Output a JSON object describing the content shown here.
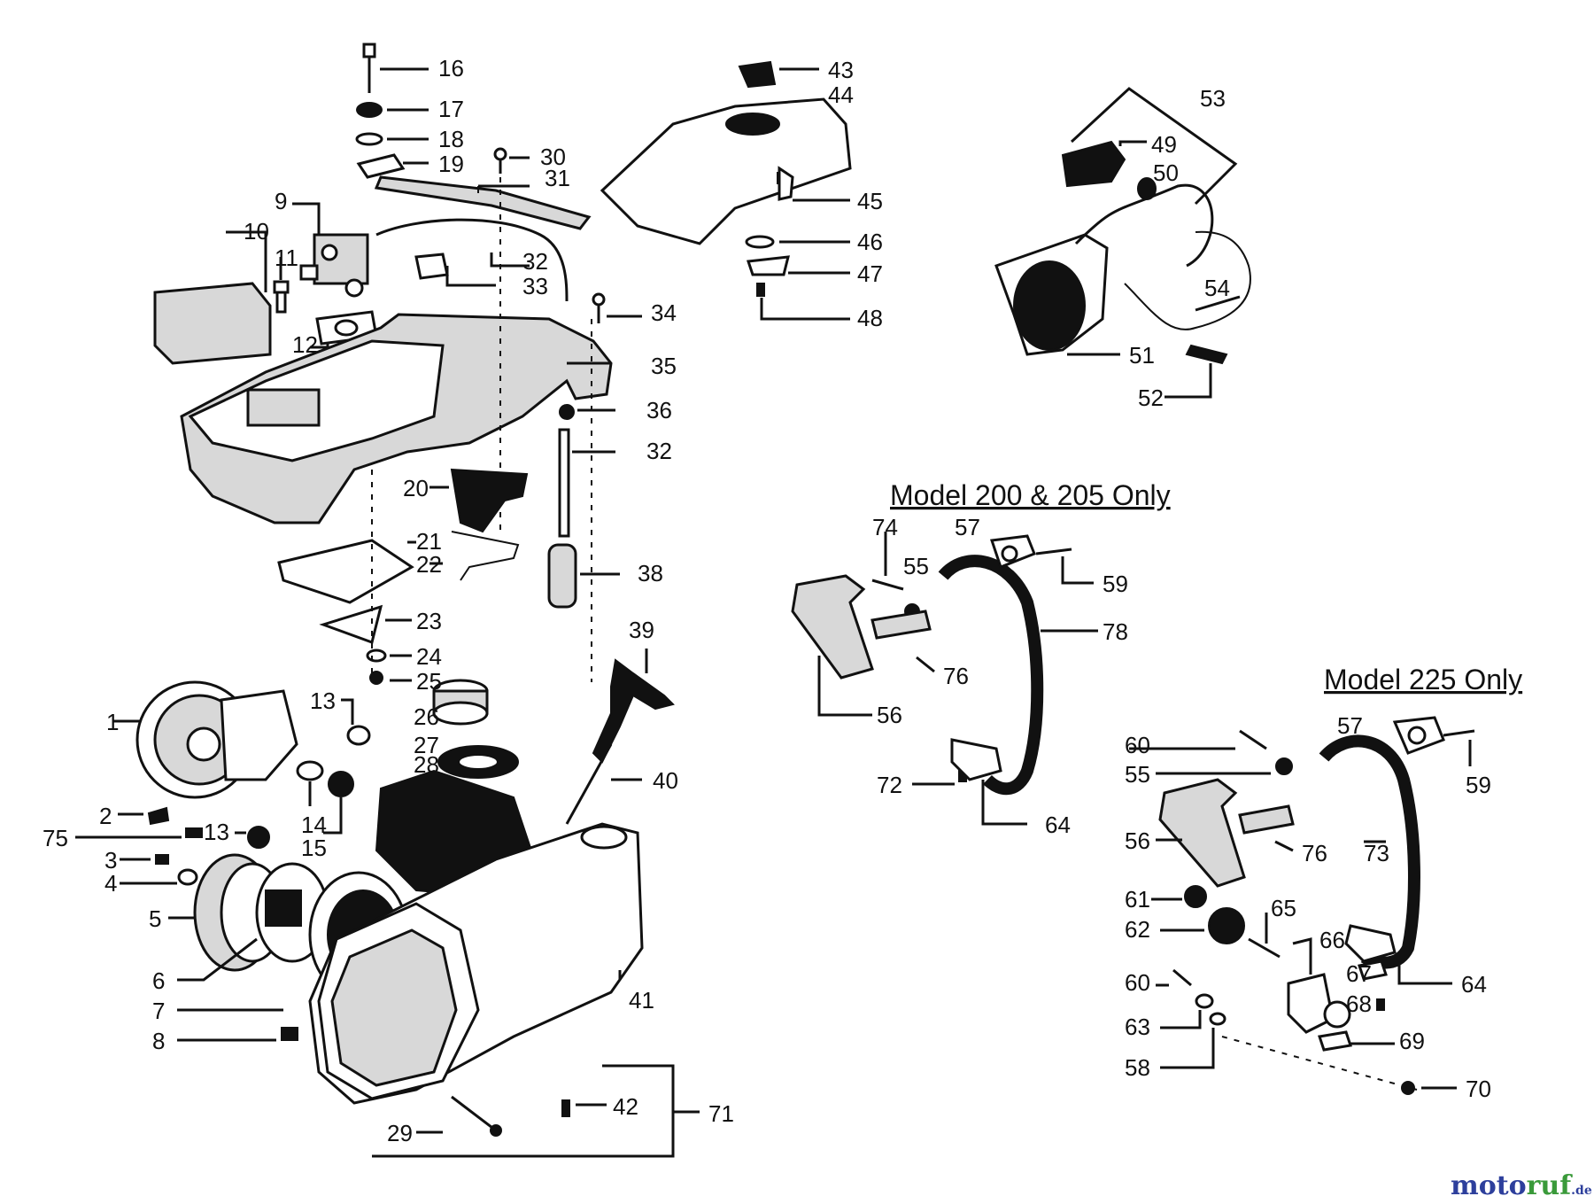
{
  "titles": {
    "model_200_205": "Model 200 & 205 Only",
    "model_225": "Model 225 Only"
  },
  "labels": [
    {
      "text": "16"
    },
    {
      "text": "17"
    },
    {
      "text": "18"
    },
    {
      "text": "19"
    },
    {
      "text": "30"
    },
    {
      "text": "31"
    },
    {
      "text": "9"
    },
    {
      "text": "10"
    },
    {
      "text": "11"
    },
    {
      "text": "32"
    },
    {
      "text": "33"
    },
    {
      "text": "12"
    },
    {
      "text": "34"
    },
    {
      "text": "35"
    },
    {
      "text": "36"
    },
    {
      "text": "32"
    },
    {
      "text": "20"
    },
    {
      "text": "21"
    },
    {
      "text": "22"
    },
    {
      "text": "38"
    },
    {
      "text": "23"
    },
    {
      "text": "24"
    },
    {
      "text": "25"
    },
    {
      "text": "39"
    },
    {
      "text": "1"
    },
    {
      "text": "13"
    },
    {
      "text": "26"
    },
    {
      "text": "27"
    },
    {
      "text": "28"
    },
    {
      "text": "14"
    },
    {
      "text": "15"
    },
    {
      "text": "40"
    },
    {
      "text": "2"
    },
    {
      "text": "75"
    },
    {
      "text": "13"
    },
    {
      "text": "3"
    },
    {
      "text": "4"
    },
    {
      "text": "5"
    },
    {
      "text": "6"
    },
    {
      "text": "7"
    },
    {
      "text": "41"
    },
    {
      "text": "8"
    },
    {
      "text": "42"
    },
    {
      "text": "71"
    },
    {
      "text": "29"
    },
    {
      "text": "43"
    },
    {
      "text": "44"
    },
    {
      "text": "45"
    },
    {
      "text": "46"
    },
    {
      "text": "47"
    },
    {
      "text": "48"
    },
    {
      "text": "53"
    },
    {
      "text": "49"
    },
    {
      "text": "50"
    },
    {
      "text": "54"
    },
    {
      "text": "51"
    },
    {
      "text": "52"
    },
    {
      "text": "74"
    },
    {
      "text": "57"
    },
    {
      "text": "55"
    },
    {
      "text": "59"
    },
    {
      "text": "78"
    },
    {
      "text": "76"
    },
    {
      "text": "56"
    },
    {
      "text": "72"
    },
    {
      "text": "64"
    },
    {
      "text": "60"
    },
    {
      "text": "57"
    },
    {
      "text": "55"
    },
    {
      "text": "59"
    },
    {
      "text": "56"
    },
    {
      "text": "76"
    },
    {
      "text": "73"
    },
    {
      "text": "61"
    },
    {
      "text": "65"
    },
    {
      "text": "62"
    },
    {
      "text": "66"
    },
    {
      "text": "67"
    },
    {
      "text": "64"
    },
    {
      "text": "60"
    },
    {
      "text": "68"
    },
    {
      "text": "63"
    },
    {
      "text": "69"
    },
    {
      "text": "58"
    },
    {
      "text": "70"
    }
  ],
  "watermark": {
    "moto": "moto",
    "ruf": "ruf",
    "de": ".de"
  },
  "colors": {
    "ink": "#111111",
    "background": "#ffffff",
    "wm_blue": "#2d3f9c",
    "wm_green": "#3a9a3a"
  }
}
